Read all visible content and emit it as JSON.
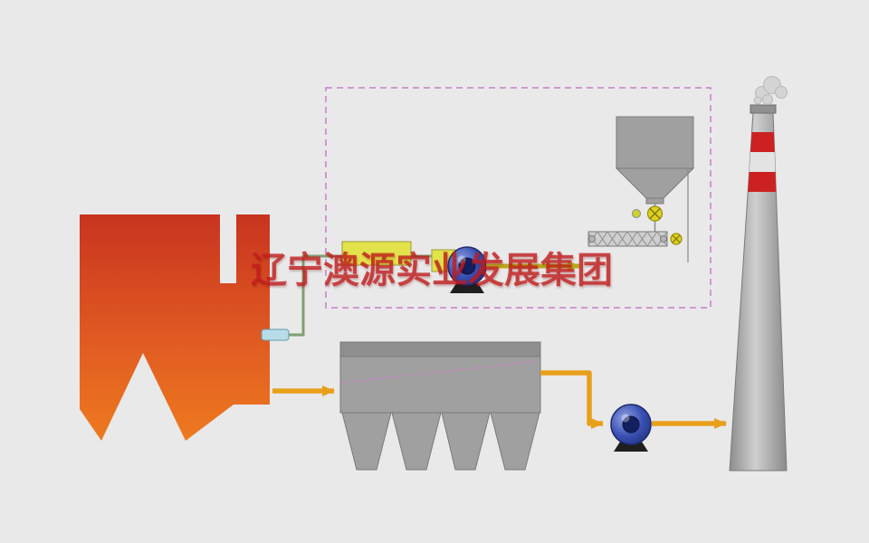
{
  "watermark": {
    "text": "辽宁澳源实业发展集团"
  },
  "colors": {
    "background": "#e9e9e9",
    "watermark_red": "#c11c1c",
    "boiler_top": "#c8341f",
    "boiler_mid": "#e05a22",
    "boiler_bottom": "#ee7a1f",
    "pipe_green": "#7f9f72",
    "pipe_fitting_blue": "#b8dce8",
    "equipment_yellow": "#e2e24a",
    "equipment_yellow_border": "#9a9a3a",
    "fan_blue": "#3a50b4",
    "fan_blue_dark": "#131f5e",
    "stand_black": "#1f1f1f",
    "gray_equipment": "#a0a0a0",
    "gray_equipment_dark": "#8f8f8f",
    "gray_border": "#7a7a7a",
    "arrow_orange": "#e8a01a",
    "arrow_olive": "#b9a81e",
    "dashed_magenta": "#c87fc8",
    "chimney_red": "#cc2121",
    "chimney_light_band": "#e3e3e3",
    "smoke_gray": "#d4d4d4",
    "valve_yellow": "#ddd020"
  },
  "icons": {
    "fan-icon": "circle-volute",
    "valve-icon": "circle-with-x",
    "screw-conveyor-icon": "hatched-bar",
    "smoke-icon": "cloud-puffs",
    "flow-arrow-icon": "thick-arrow"
  }
}
